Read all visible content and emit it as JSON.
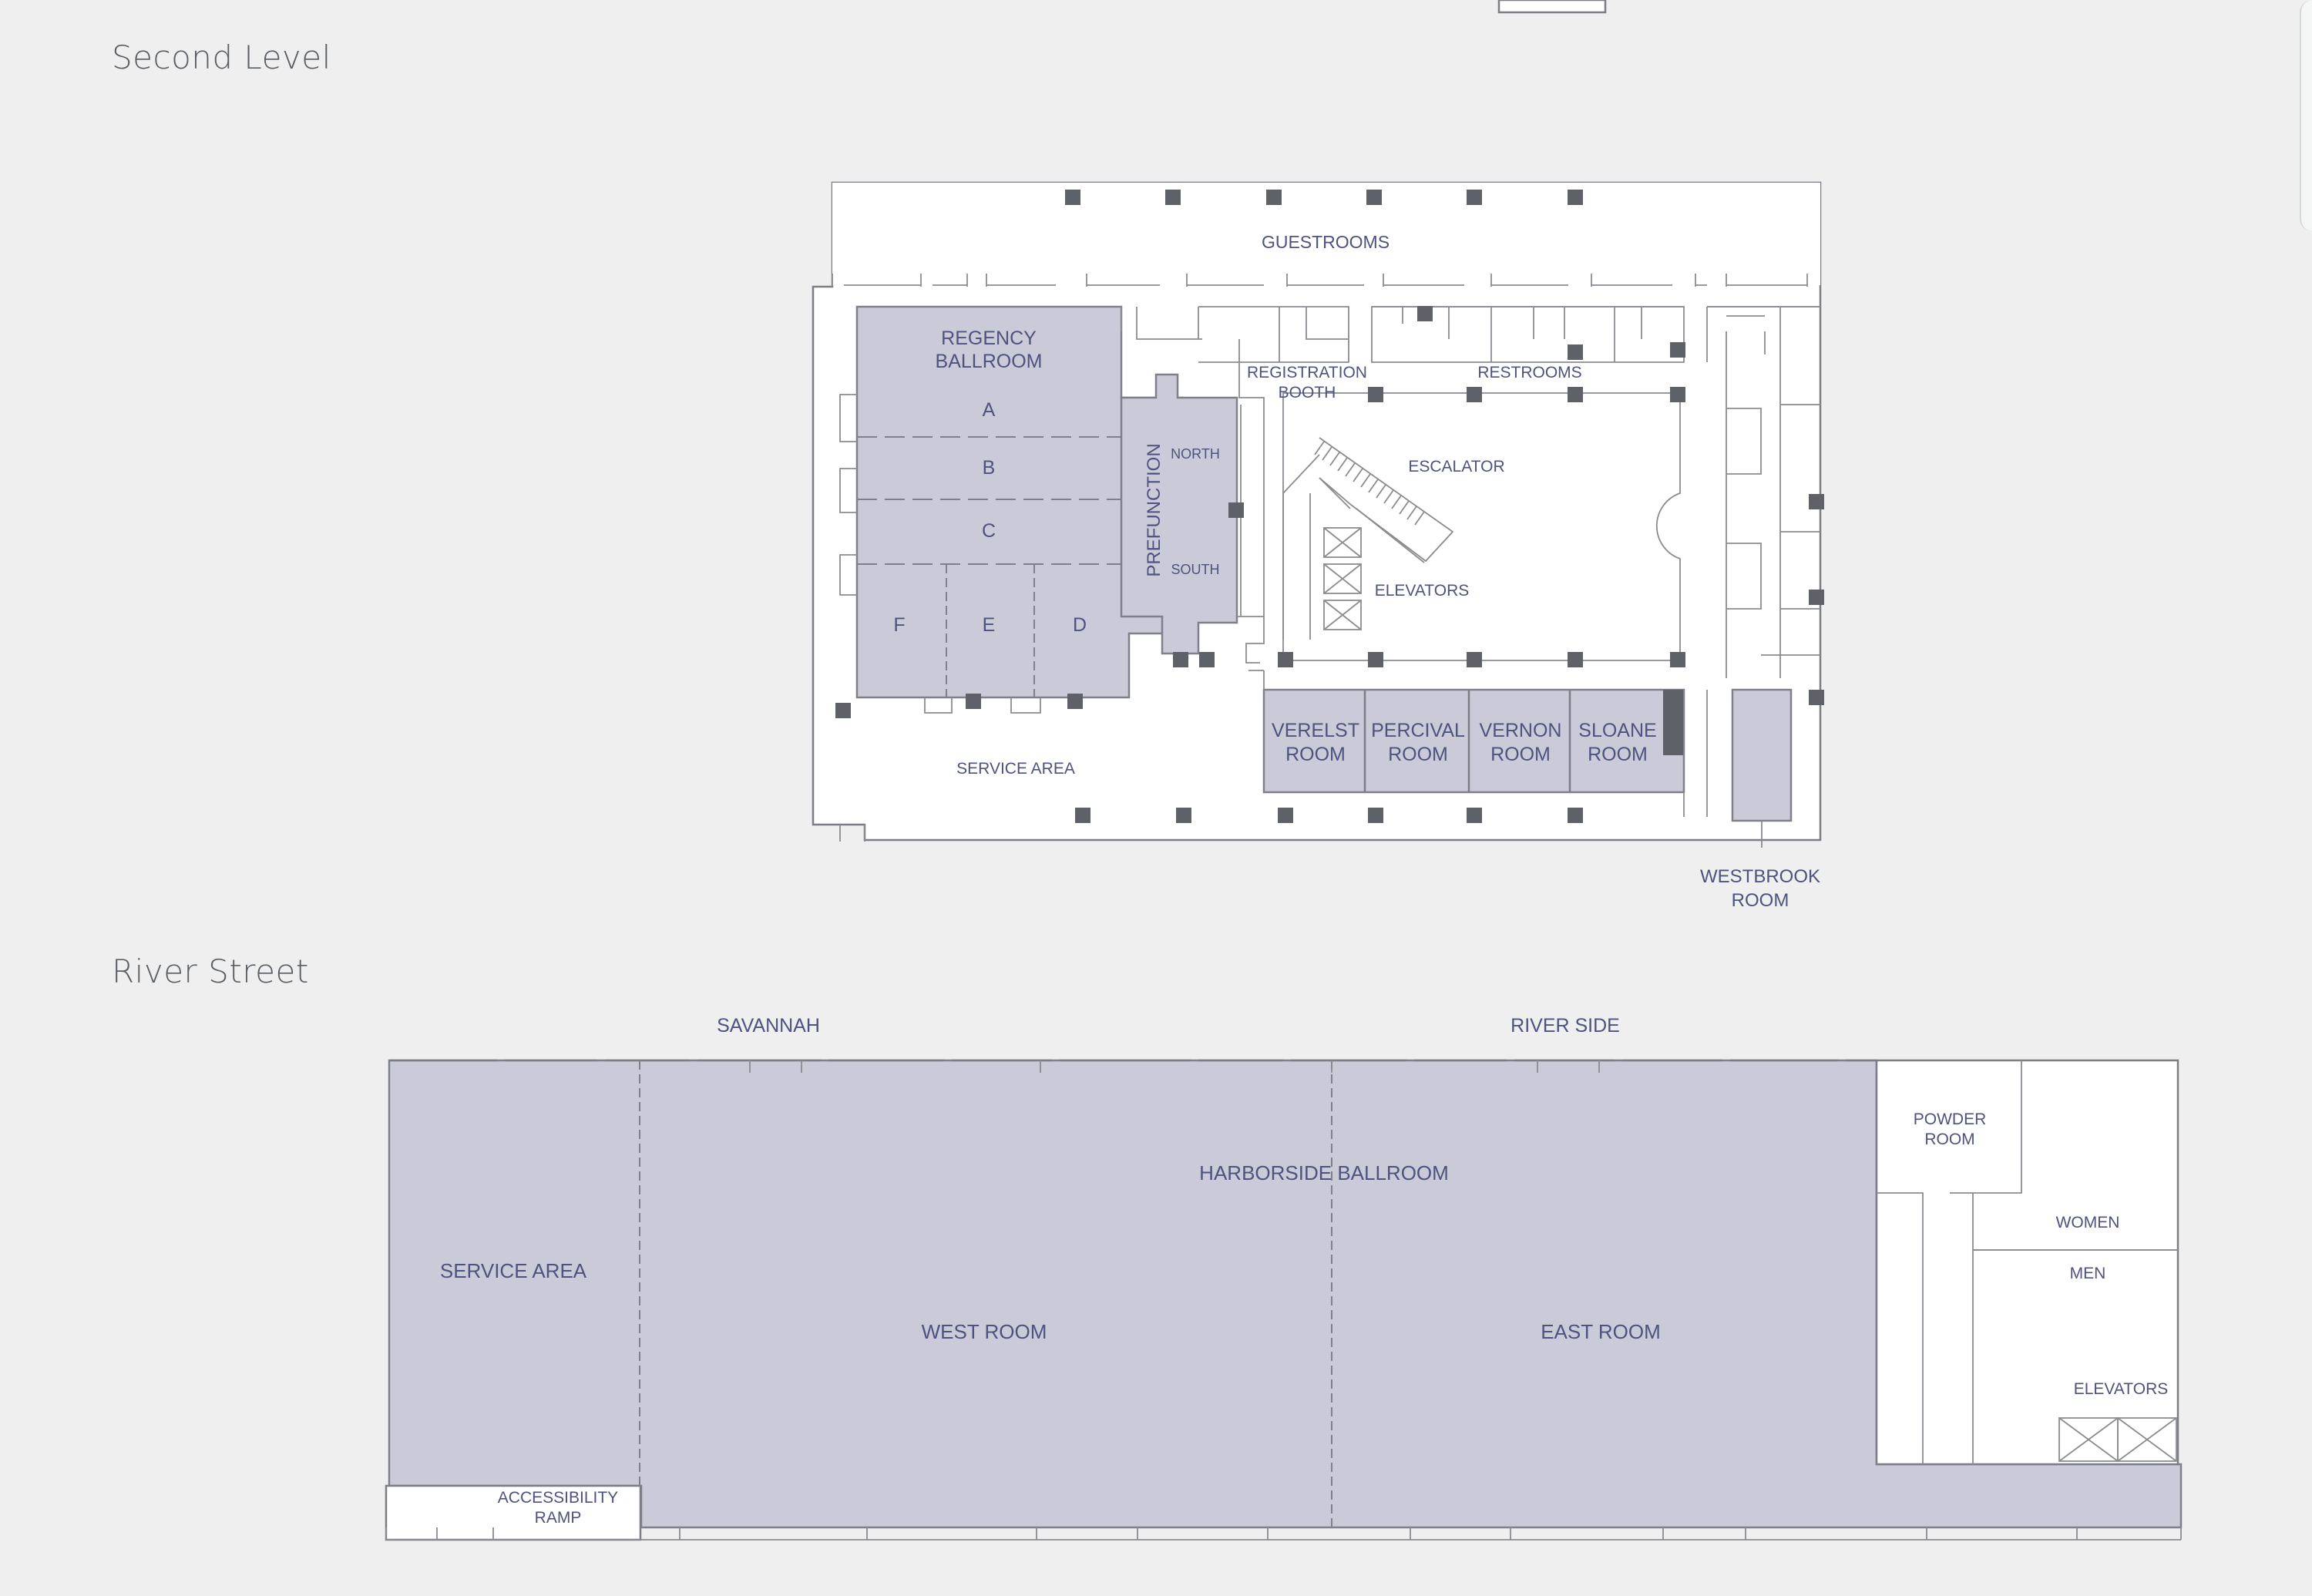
{
  "headings": {
    "second_level": "Second Level",
    "river_street": "River Street"
  },
  "second_level": {
    "guestrooms": "GUESTROOMS",
    "regency_ballroom": [
      "REGENCY",
      "BALLROOM"
    ],
    "sections": {
      "a": "A",
      "b": "B",
      "c": "C",
      "d": "D",
      "e": "E",
      "f": "F"
    },
    "prefunction": "PREFUNCTION",
    "north": "NORTH",
    "south": "SOUTH",
    "registration_booth": [
      "REGISTRATION",
      "BOOTH"
    ],
    "restrooms": "RESTROOMS",
    "escalator": "ESCALATOR",
    "elevators": "ELEVATORS",
    "verelst_room": [
      "VERELST",
      "ROOM"
    ],
    "percival_room": [
      "PERCIVAL",
      "ROOM"
    ],
    "vernon_room": [
      "VERNON",
      "ROOM"
    ],
    "sloane_room": [
      "SLOANE",
      "ROOM"
    ],
    "service_area": "SERVICE AREA",
    "westbrook_room": [
      "WESTBROOK",
      "ROOM"
    ]
  },
  "river_street": {
    "savannah": "SAVANNAH",
    "river_side": "RIVER SIDE",
    "harborside_ballroom": "HARBORSIDE BALLROOM",
    "service_area": "SERVICE AREA",
    "west_room": "WEST ROOM",
    "east_room": "EAST ROOM",
    "powder_room": [
      "POWDER",
      "ROOM"
    ],
    "women": "WOMEN",
    "men": "MEN",
    "elevators": "ELEVATORS",
    "accessibility_ramp": [
      "ACCESSIBILITY",
      "RAMP"
    ]
  },
  "colors": {
    "background": "#eeefee",
    "room_fill": "#cbcad8",
    "label": "#4d537e",
    "wall": "#7c7e85",
    "column": "#5e6167"
  }
}
